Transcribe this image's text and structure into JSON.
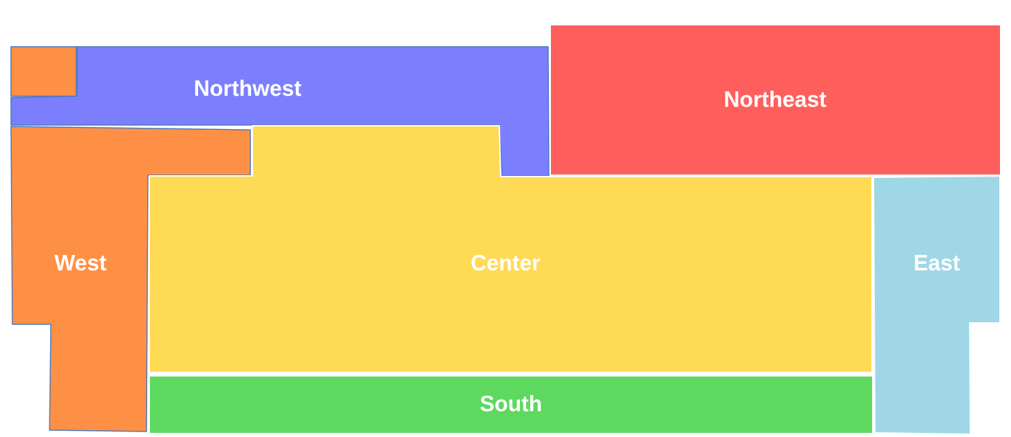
{
  "map": {
    "zones": [
      {
        "id": "northwest",
        "label": "Northwest",
        "color": "#7b7ffe"
      },
      {
        "id": "northeast",
        "label": "Northeast",
        "color": "#ff5f5c"
      },
      {
        "id": "west",
        "label": "West",
        "color": "#fe9045"
      },
      {
        "id": "center",
        "label": "Center",
        "color": "#ffda55"
      },
      {
        "id": "east",
        "label": "East",
        "color": "#9fd7e6"
      },
      {
        "id": "south",
        "label": "South",
        "color": "#5ed95f"
      }
    ],
    "nw_corner_color": "#fe9045"
  }
}
